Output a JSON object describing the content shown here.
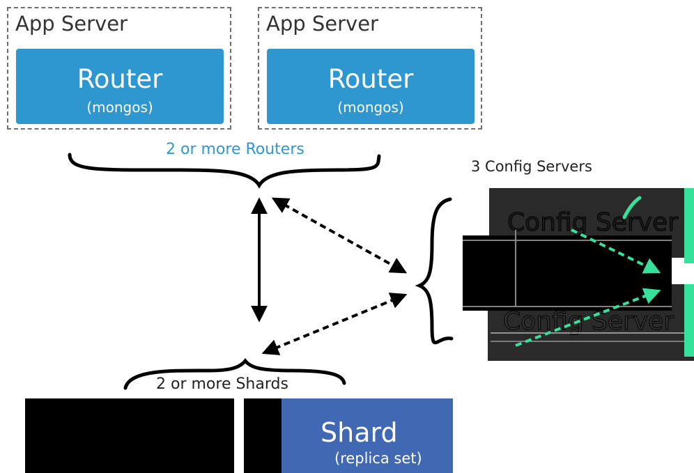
{
  "app_servers": [
    {
      "label": "App Server",
      "router_title": "Router",
      "router_subtitle": "(mongos)"
    },
    {
      "label": "App Server",
      "router_title": "Router",
      "router_subtitle": "(mongos)"
    }
  ],
  "routers_caption": "2 or more Routers",
  "config_servers": {
    "caption": "3 Config Servers",
    "items": [
      {
        "label": "Config Server"
      },
      {
        "label": "Config Server"
      }
    ]
  },
  "shards_caption": "2 or more Shards",
  "shard": {
    "title": "Shard",
    "subtitle": "(replica set)"
  },
  "colors": {
    "router_blue": "#2f97cf",
    "shard_blue": "#4169b3",
    "caption_blue": "#2f97cf",
    "config_dark": "#2a2a2a",
    "artifact_green": "#36e29a",
    "dashed_border": "#6f6f6f"
  }
}
